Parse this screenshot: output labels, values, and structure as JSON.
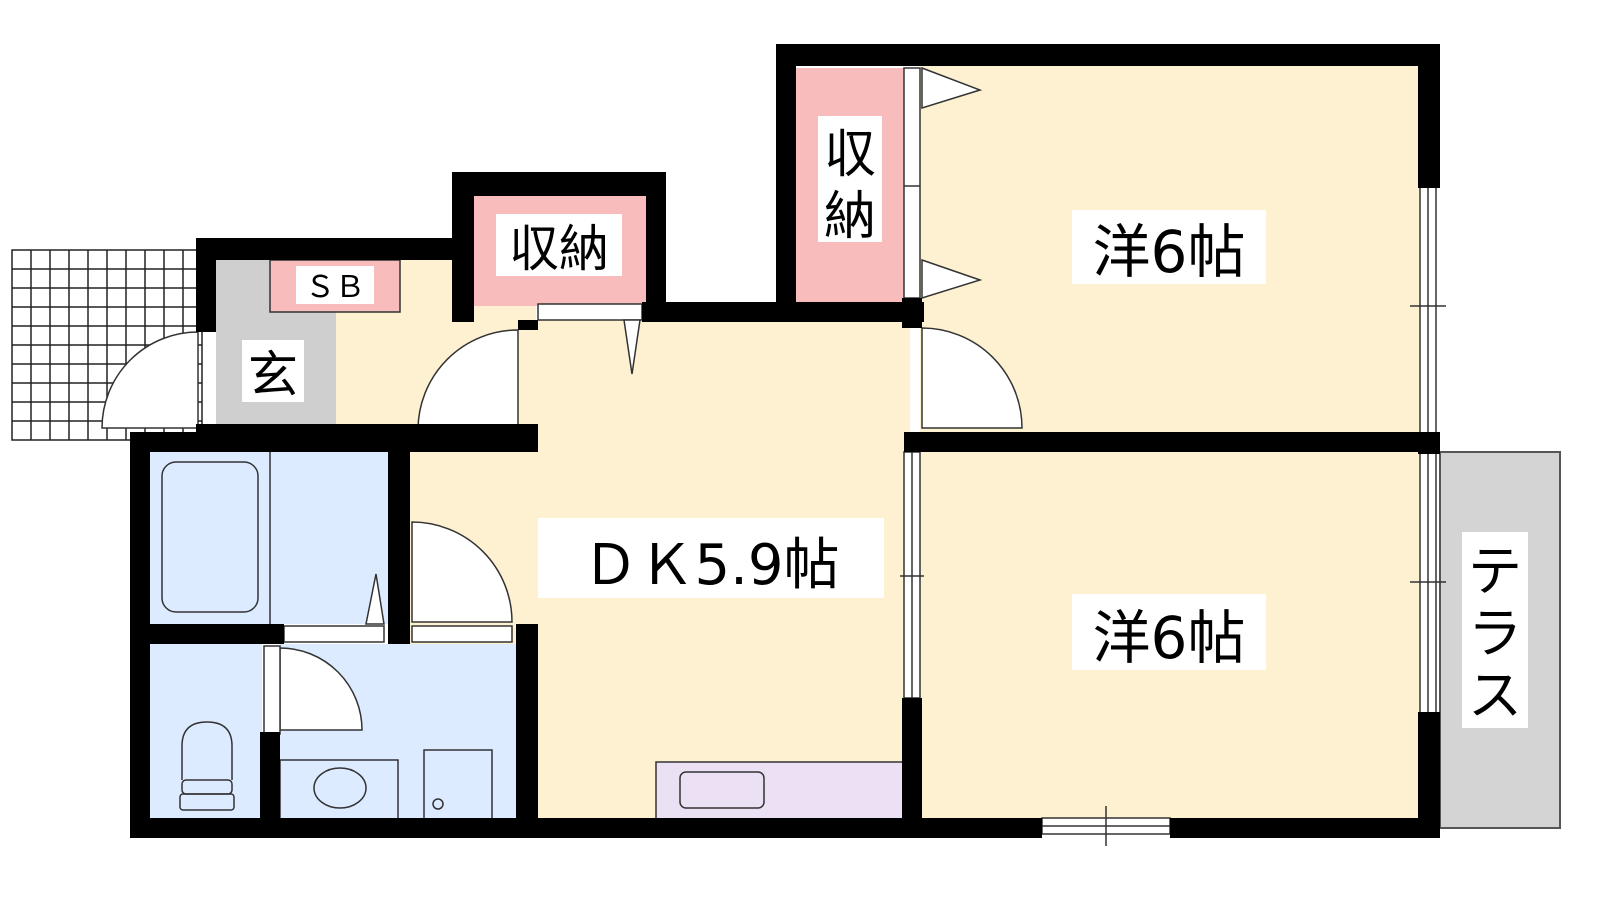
{
  "rooms": {
    "western_room_upper": "洋6帖",
    "western_room_lower": "洋6帖",
    "dining_kitchen": "ＤＫ5.9帖",
    "storage_center": "収納",
    "storage_upper": "収",
    "storage_upper_2": "納",
    "shoe_box": "ＳＢ",
    "entrance": "玄",
    "terrace_1": "テ",
    "terrace_2": "ラ",
    "terrace_3": "ス"
  },
  "colors": {
    "wall": "#000000",
    "living": "#fdf1d1",
    "storage": "#f8bcbc",
    "wet_area": "#dcebff",
    "entrance": "#cfcfcf",
    "terrace": "#d4d4d4",
    "kitchen": "#ece0f4",
    "label_bg": "#ffffff"
  }
}
